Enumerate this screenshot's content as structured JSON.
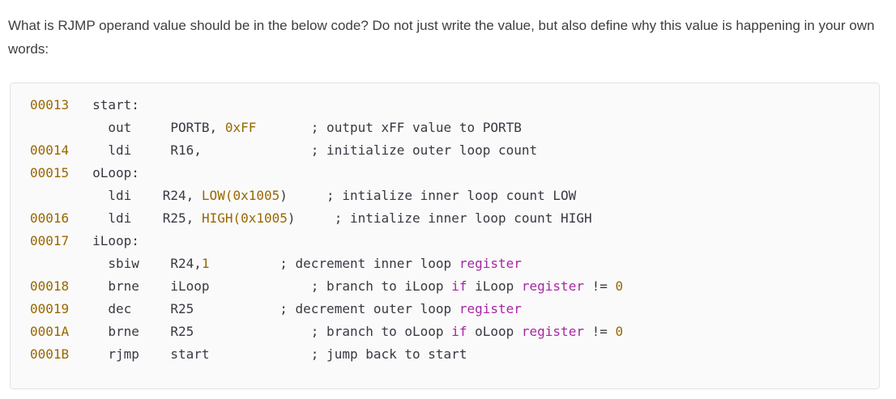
{
  "question": {
    "text": "What is RJMP operand value should be in the below code? Do not just write the value, but also define why this value is happening in your own words:"
  },
  "colors": {
    "question_text": "#3e3e3e",
    "code_text": "#383a42",
    "code_background": "#fafafa",
    "code_border": "#e3e3e6",
    "address": "#986801",
    "number": "#986801",
    "keyword": "#a626a4"
  },
  "code": {
    "language": "avr-assembly",
    "lines": [
      {
        "tokens": [
          {
            "type": "addr",
            "text": "00013"
          },
          {
            "type": "plain",
            "text": "   start:"
          }
        ]
      },
      {
        "tokens": [
          {
            "type": "plain",
            "text": "          out     PORTB, "
          },
          {
            "type": "num",
            "text": "0xFF"
          },
          {
            "type": "plain",
            "text": "       ; output xFF value to PORTB"
          }
        ]
      },
      {
        "tokens": [
          {
            "type": "addr",
            "text": "00014"
          },
          {
            "type": "plain",
            "text": "     ldi     R16,              ; initialize outer loop count"
          }
        ]
      },
      {
        "tokens": [
          {
            "type": "addr",
            "text": "00015"
          },
          {
            "type": "plain",
            "text": "   oLoop:"
          }
        ]
      },
      {
        "tokens": [
          {
            "type": "plain",
            "text": "          ldi    R24, "
          },
          {
            "type": "num",
            "text": "LOW(0x1005"
          },
          {
            "type": "plain",
            "text": ")     ; intialize inner loop count LOW"
          }
        ]
      },
      {
        "tokens": [
          {
            "type": "addr",
            "text": "00016"
          },
          {
            "type": "plain",
            "text": "     ldi    R25, "
          },
          {
            "type": "num",
            "text": "HIGH(0x1005"
          },
          {
            "type": "plain",
            "text": ")     ; intialize inner loop count HIGH"
          }
        ]
      },
      {
        "tokens": [
          {
            "type": "addr",
            "text": "00017"
          },
          {
            "type": "plain",
            "text": "   iLoop:"
          }
        ]
      },
      {
        "tokens": [
          {
            "type": "plain",
            "text": "          sbiw    R24,"
          },
          {
            "type": "num",
            "text": "1"
          },
          {
            "type": "plain",
            "text": "         ; decrement inner loop "
          },
          {
            "type": "kw",
            "text": "register"
          }
        ]
      },
      {
        "tokens": [
          {
            "type": "addr",
            "text": "00018"
          },
          {
            "type": "plain",
            "text": "     brne    iLoop             ; branch to iLoop "
          },
          {
            "type": "kw",
            "text": "if"
          },
          {
            "type": "plain",
            "text": " iLoop "
          },
          {
            "type": "kw",
            "text": "register"
          },
          {
            "type": "plain",
            "text": " != "
          },
          {
            "type": "num",
            "text": "0"
          }
        ]
      },
      {
        "tokens": [
          {
            "type": "addr",
            "text": "00019"
          },
          {
            "type": "plain",
            "text": "     dec     R25           ; decrement outer loop "
          },
          {
            "type": "kw",
            "text": "register"
          }
        ]
      },
      {
        "tokens": [
          {
            "type": "addr",
            "text": "0001A"
          },
          {
            "type": "plain",
            "text": "     brne    R25               ; branch to oLoop "
          },
          {
            "type": "kw",
            "text": "if"
          },
          {
            "type": "plain",
            "text": " oLoop "
          },
          {
            "type": "kw",
            "text": "register"
          },
          {
            "type": "plain",
            "text": " != "
          },
          {
            "type": "num",
            "text": "0"
          }
        ]
      },
      {
        "tokens": [
          {
            "type": "addr",
            "text": "0001B"
          },
          {
            "type": "plain",
            "text": "     rjmp    start             ; jump back to start"
          }
        ]
      }
    ]
  }
}
